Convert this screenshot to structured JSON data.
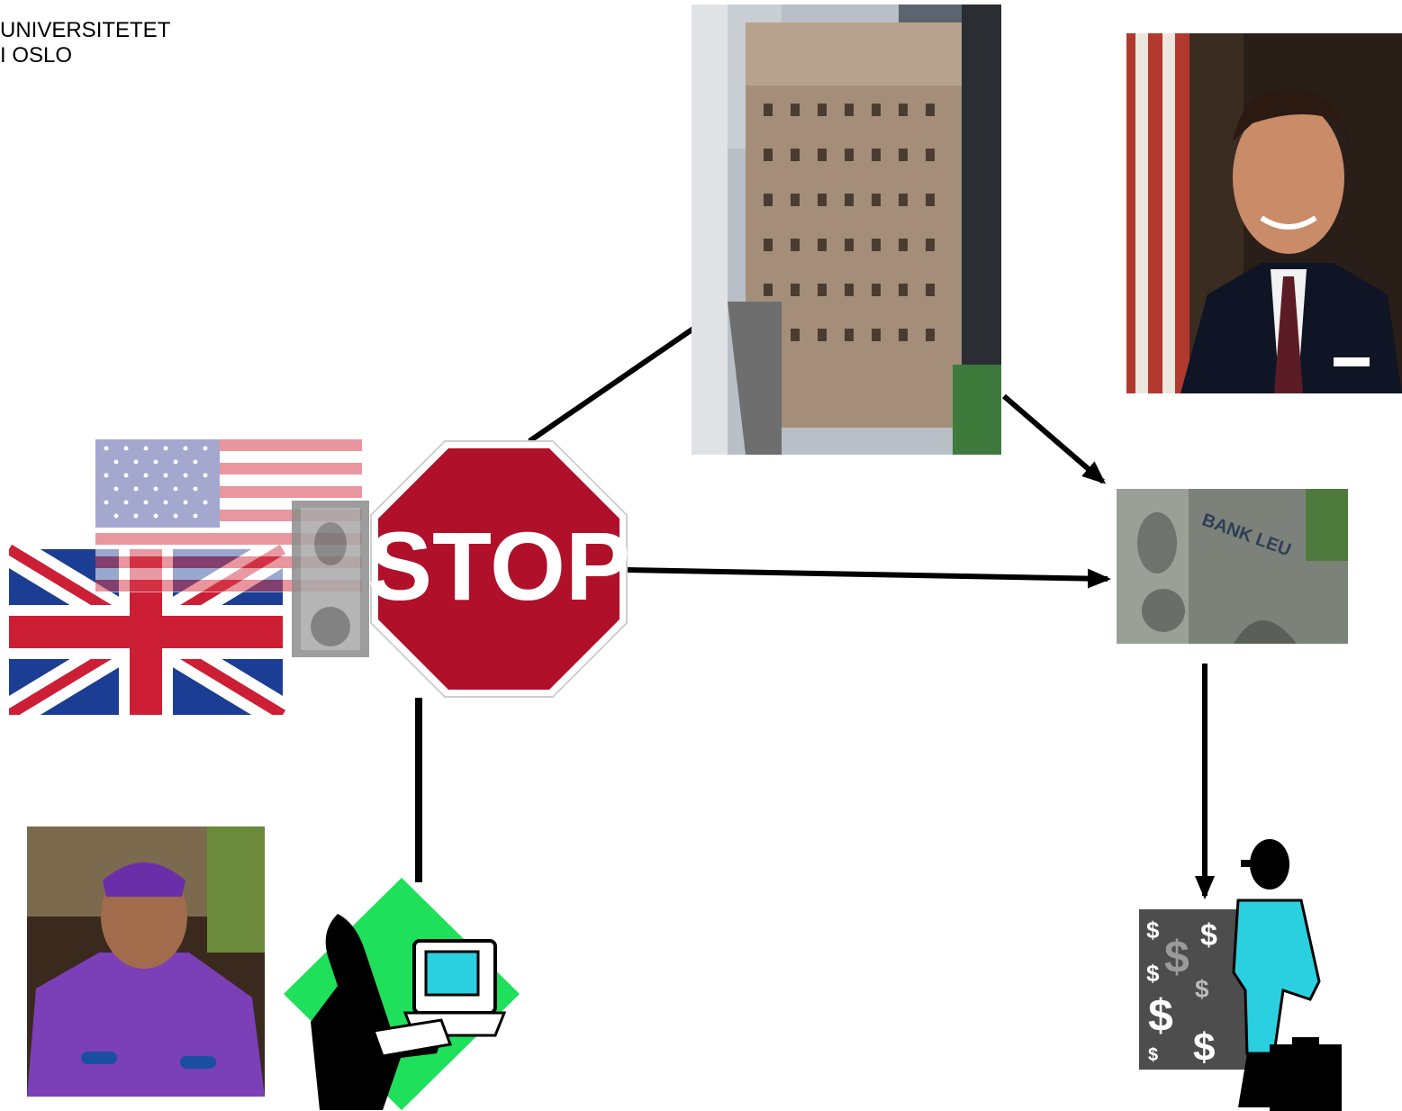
{
  "header": {
    "line1": "UNIVERSITETET",
    "line2": "I OSLO"
  },
  "nodes": {
    "stop_sign": {
      "text": "STOP",
      "icon": "stop-sign-icon"
    },
    "bank_sign": {
      "text": "BANK LEU",
      "icon": "bank-facade-photo"
    },
    "federal_reserve": {
      "icon": "bank-building-photo"
    },
    "president_portrait": {
      "icon": "portrait-photo"
    },
    "leader_portrait": {
      "icon": "portrait-photo"
    },
    "computer_operator": {
      "icon": "computer-user-clipart"
    },
    "money_woman": {
      "icon": "businesswoman-money-clipart"
    },
    "flags": {
      "icons": [
        "us-flag-icon",
        "uk-flag-icon"
      ]
    }
  },
  "colors": {
    "stop_red": "#b0102a",
    "clipart_green": "#1ee05a",
    "clipart_cyan": "#2ad0e0",
    "arrow": "#000000"
  }
}
